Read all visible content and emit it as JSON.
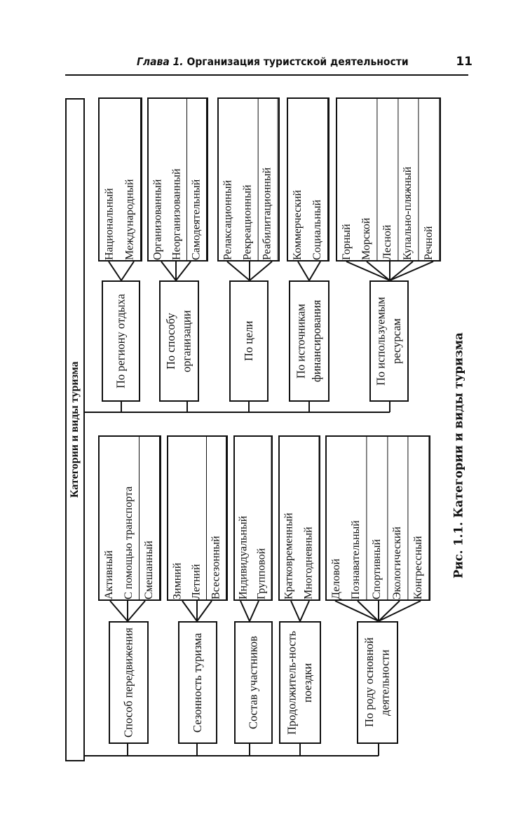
{
  "header": {
    "chapter_label": "Глава 1.",
    "chapter_title": "Организация туристской деятельности",
    "page_number": "11"
  },
  "diagram": {
    "root": "Категории и виды туризма",
    "top_branch": [
      {
        "criterion": "По региону отдыха",
        "values": [
          "Национальный",
          "Международный"
        ]
      },
      {
        "criterion": "По способу организации",
        "values": [
          "Организованный",
          "Неорганизованный",
          "Самодеятельный"
        ]
      },
      {
        "criterion": "По цели",
        "values": [
          "Релаксационный",
          "Рекреационный",
          "Реабилитационный"
        ]
      },
      {
        "criterion": "По источникам финансирования",
        "values": [
          "Коммерческий",
          "Социальный"
        ]
      },
      {
        "criterion": "По используемым ресурсам",
        "values": [
          "Горный",
          "Морской",
          "Лесной",
          "Купально-пляжный",
          "Речной"
        ]
      }
    ],
    "bottom_branch": [
      {
        "criterion": "Способ передвижения",
        "values": [
          "Активный",
          "С помощью транспорта",
          "Смешанный"
        ]
      },
      {
        "criterion": "Сезонность туризма",
        "values": [
          "Зимний",
          "Летний",
          "Всесезонный"
        ]
      },
      {
        "criterion": "Состав участников",
        "values": [
          "Индивидуальный",
          "Групповой"
        ]
      },
      {
        "criterion": "Продолжитель-ность поездки",
        "values": [
          "Кратковременный",
          "Многодневный"
        ]
      },
      {
        "criterion": "По роду основной деятельности",
        "values": [
          "Деловой",
          "Познавательный",
          "Спортивный",
          "Экологический",
          "Конгрессный"
        ]
      }
    ]
  },
  "caption": "Рис. 1.1. Категории и виды туризма"
}
